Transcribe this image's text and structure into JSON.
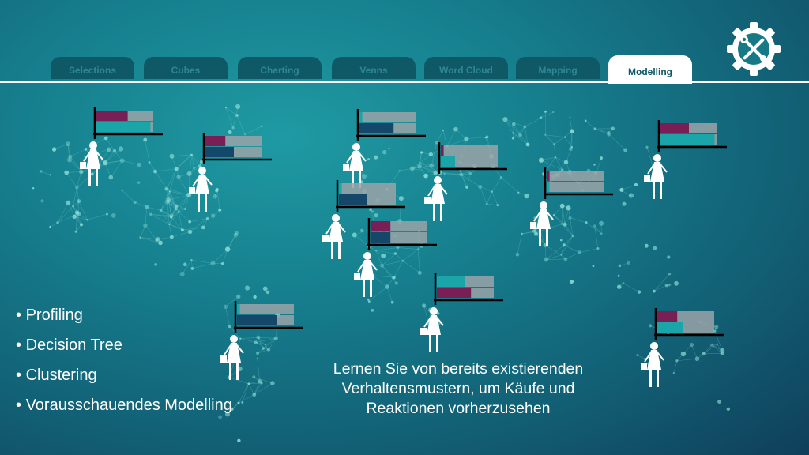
{
  "tabs": [
    {
      "label": "Selections",
      "active": false
    },
    {
      "label": "Cubes",
      "active": false
    },
    {
      "label": "Charting",
      "active": false
    },
    {
      "label": "Venns",
      "active": false
    },
    {
      "label": "Word Cloud",
      "active": false
    },
    {
      "label": "Mapping",
      "active": false
    },
    {
      "label": "Modelling",
      "active": true
    }
  ],
  "settings_icon": "gear-tools-icon",
  "bullets": [
    "Profiling",
    "Decision Tree",
    "Clustering",
    "Vorausschauendes Modelling"
  ],
  "caption": {
    "line1": "Lernen Sie von bereits existierenden",
    "line2": "Verhaltensmustern, um Käufe und",
    "line3": "Reaktionen vorherzusehen"
  },
  "markers": [
    {
      "bars": [
        0.55,
        0.95
      ]
    },
    {
      "bars": [
        0.35,
        0.5
      ]
    },
    {
      "bars": [
        0.05,
        0.6
      ]
    },
    {
      "bars": [
        0.05,
        0.25
      ]
    },
    {
      "bars": [
        0.05,
        0.5
      ]
    },
    {
      "bars": [
        0.35,
        0.35
      ]
    },
    {
      "bars": [
        0.05,
        0.05
      ]
    },
    {
      "bars": [
        0.5,
        0.95
      ]
    },
    {
      "bars": [
        0.05,
        0.7
      ]
    },
    {
      "bars": [
        0.5,
        0.6
      ]
    },
    {
      "bars": [
        0.35,
        0.45
      ]
    }
  ],
  "colors": {
    "accent_magenta": "#7a1f55",
    "accent_teal": "#1aa5a8",
    "accent_navy": "#15476a",
    "bar_gray": "#9aa3a8",
    "tab_inactive": "#0f5866",
    "text": "#ffffff"
  }
}
